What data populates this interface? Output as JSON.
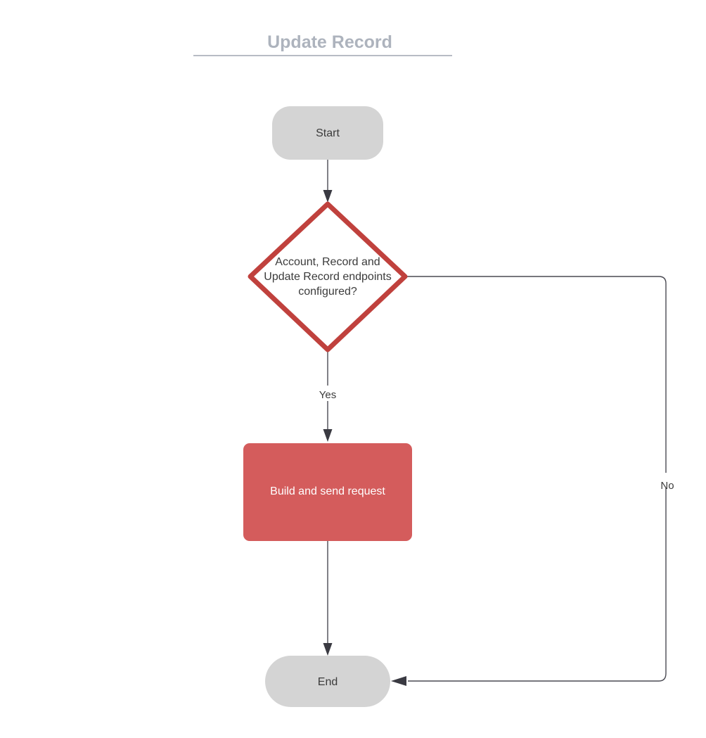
{
  "diagram": {
    "title": "Update Record",
    "type": "flowchart",
    "nodes": [
      {
        "id": "start",
        "label": "Start",
        "shape": "terminal-rounded",
        "fill": "#d4d4d4",
        "text_color": "#3b3b3b"
      },
      {
        "id": "decision",
        "label_lines": [
          "Account, Record and",
          "Update Record endpoints",
          "configured?"
        ],
        "label": "Account, Record and Update Record endpoints configured?",
        "shape": "diamond",
        "fill": "#ffffff",
        "stroke": "#c0413d",
        "text_color": "#3b3b3b"
      },
      {
        "id": "process",
        "label": "Build and send request",
        "shape": "rounded-rectangle",
        "fill": "#d45c5c",
        "text_color": "#ffffff"
      },
      {
        "id": "end",
        "label": "End",
        "shape": "terminal-stadium",
        "fill": "#d4d4d4",
        "text_color": "#3b3b3b"
      }
    ],
    "edges": [
      {
        "id": "start-to-decision",
        "from": "start",
        "to": "decision",
        "label": ""
      },
      {
        "id": "decision-to-process",
        "from": "decision",
        "to": "process",
        "label": "Yes"
      },
      {
        "id": "process-to-end",
        "from": "process",
        "to": "end",
        "label": ""
      },
      {
        "id": "decision-to-end",
        "from": "decision",
        "to": "end",
        "label": "No"
      }
    ],
    "colors": {
      "title": "#adb3bd",
      "title_rule": "#b7bcc4",
      "terminal_fill": "#d4d4d4",
      "decision_stroke": "#c0413d",
      "process_fill": "#d45c5c",
      "edge_stroke": "#4a4a52",
      "background": "#ffffff"
    }
  }
}
